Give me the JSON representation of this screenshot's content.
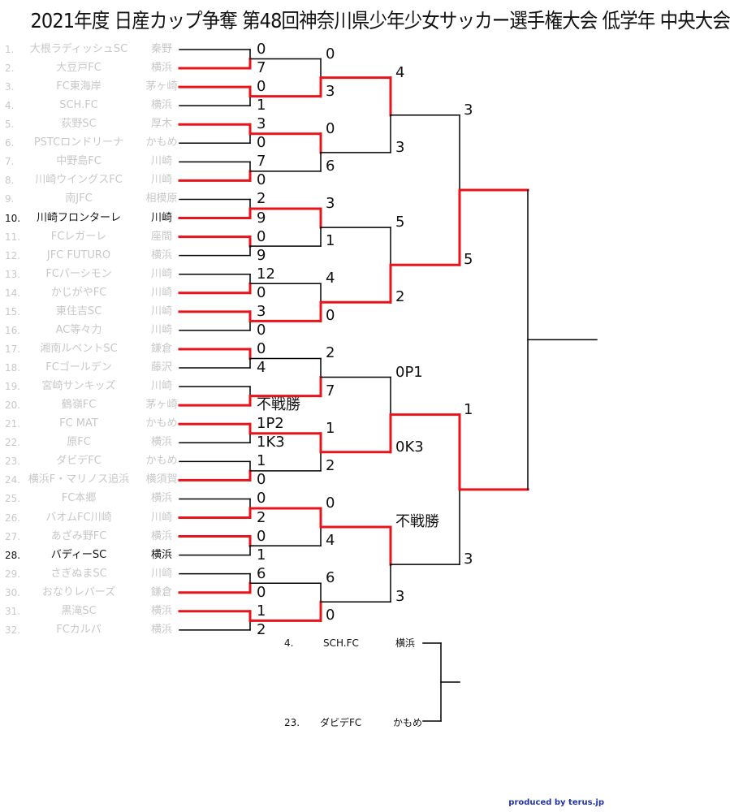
{
  "title": "2021年度 日産カップ争奪 第48回神奈川県少年少女サッカー選手権大会 低学年 中央大会",
  "teams": [
    {
      "num": "1.",
      "name": "大根ラディッシュSC",
      "loc": "秦野",
      "adv": false
    },
    {
      "num": "2.",
      "name": "大豆戸FC",
      "loc": "横浜",
      "adv": false
    },
    {
      "num": "3.",
      "name": "FC東海岸",
      "loc": "茅ヶ崎",
      "adv": false
    },
    {
      "num": "4.",
      "name": "SCH.FC",
      "loc": "横浜",
      "adv": false
    },
    {
      "num": "5.",
      "name": "荻野SC",
      "loc": "厚木",
      "adv": false
    },
    {
      "num": "6.",
      "name": "PSTCロンドリーナ",
      "loc": "かもめ",
      "adv": false
    },
    {
      "num": "7.",
      "name": "中野島FC",
      "loc": "川崎",
      "adv": false
    },
    {
      "num": "8.",
      "name": "川崎ウイングスFC",
      "loc": "川崎",
      "adv": false
    },
    {
      "num": "9.",
      "name": "南JFC",
      "loc": "相模原",
      "adv": false
    },
    {
      "num": "10.",
      "name": "川崎フロンターレ",
      "loc": "川崎",
      "adv": true
    },
    {
      "num": "11.",
      "name": "FCレガーレ",
      "loc": "座間",
      "adv": false
    },
    {
      "num": "12.",
      "name": "JFC FUTURO",
      "loc": "横浜",
      "adv": false
    },
    {
      "num": "13.",
      "name": "FCパーシモン",
      "loc": "川崎",
      "adv": false
    },
    {
      "num": "14.",
      "name": "かじがやFC",
      "loc": "川崎",
      "adv": false
    },
    {
      "num": "15.",
      "name": "東住吉SC",
      "loc": "川崎",
      "adv": false
    },
    {
      "num": "16.",
      "name": "AC等々力",
      "loc": "川崎",
      "adv": false
    },
    {
      "num": "17.",
      "name": "湘南ルベントSC",
      "loc": "鎌倉",
      "adv": false
    },
    {
      "num": "18.",
      "name": "FCゴールデン",
      "loc": "藤沢",
      "adv": false
    },
    {
      "num": "19.",
      "name": "宮崎サンキッズ",
      "loc": "川崎",
      "adv": false
    },
    {
      "num": "20.",
      "name": "鶴嶺FC",
      "loc": "茅ヶ崎",
      "adv": false
    },
    {
      "num": "21.",
      "name": "FC MAT",
      "loc": "かもめ",
      "adv": false
    },
    {
      "num": "22.",
      "name": "原FC",
      "loc": "横浜",
      "adv": false
    },
    {
      "num": "23.",
      "name": "ダビデFC",
      "loc": "かもめ",
      "adv": false
    },
    {
      "num": "24.",
      "name": "横浜F・マリノス追浜",
      "loc": "横須賀",
      "adv": false
    },
    {
      "num": "25.",
      "name": "FC本郷",
      "loc": "横浜",
      "adv": false
    },
    {
      "num": "26.",
      "name": "バオムFC川崎",
      "loc": "川崎",
      "adv": false
    },
    {
      "num": "27.",
      "name": "あざみ野FC",
      "loc": "横浜",
      "adv": false
    },
    {
      "num": "28.",
      "name": "バディーSC",
      "loc": "横浜",
      "adv": true
    },
    {
      "num": "29.",
      "name": "さぎぬまSC",
      "loc": "川崎",
      "adv": false
    },
    {
      "num": "30.",
      "name": "おなりレパーズ",
      "loc": "鎌倉",
      "adv": false
    },
    {
      "num": "31.",
      "name": "黒滝SC",
      "loc": "横浜",
      "adv": false
    },
    {
      "num": "32.",
      "name": "FCカルパ",
      "loc": "横浜",
      "adv": false
    }
  ],
  "round1_scores": [
    "0",
    "7",
    "0",
    "1",
    "3",
    "0",
    "7",
    "0",
    "2",
    "9",
    "0",
    "9",
    "12",
    "0",
    "3",
    "0",
    "0",
    "4",
    "",
    "不戦勝",
    "1P2",
    "1K3",
    "1",
    "0",
    "0",
    "2",
    "0",
    "1",
    "6",
    "0",
    "1",
    "2"
  ],
  "round2_scores": [
    "0",
    "3",
    "0",
    "6",
    "3",
    "1",
    "4",
    "0",
    "2",
    "7",
    "1",
    "2",
    "0",
    "4",
    "6",
    "0"
  ],
  "round3_scores": [
    "4",
    "3",
    "5",
    "2",
    "0P1",
    "0K3",
    "不戦勝",
    "3"
  ],
  "round4_scores": [
    "3",
    "5",
    "1",
    "3"
  ],
  "third_place": {
    "team_a": {
      "num": "4.",
      "name": "SCH.FC",
      "loc": "横浜"
    },
    "team_b": {
      "num": "23.",
      "name": "ダビデFC",
      "loc": "かもめ"
    }
  },
  "credit": "produced by terus.jp",
  "colors": {
    "win_line": "#e8141b",
    "line": "#000000",
    "dim_text": "#c8c8c8"
  }
}
